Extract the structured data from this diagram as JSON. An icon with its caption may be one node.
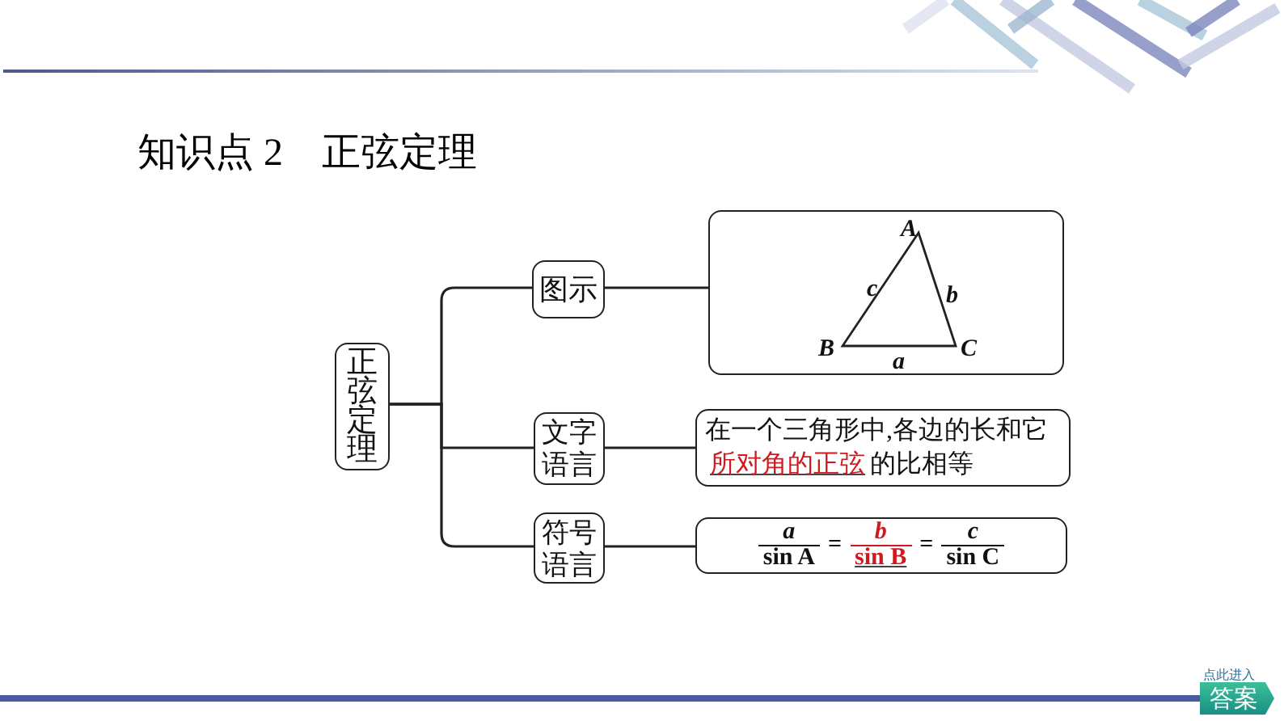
{
  "diagram": {
    "title": "知识点 2　正弦定理",
    "nodes": [
      {
        "text": [
          "正弦定理"
        ]
      },
      {
        "text": [
          "图示"
        ]
      },
      {
        "text": [
          "A",
          "c",
          "b",
          "B",
          "a",
          "C"
        ]
      },
      {
        "text": [
          "文字语言"
        ]
      },
      {
        "text": [
          "在一个三角形中,各边的长和它",
          "所对角的正弦",
          "的比相等"
        ]
      },
      {
        "text": [
          "符号语言"
        ]
      },
      {
        "text": [
          "a",
          "sin A",
          "=",
          "b",
          "sin B",
          "=",
          "c",
          "sin C"
        ]
      }
    ],
    "edges": [
      {
        "from": 0,
        "to": 1,
        "arrow": "none"
      },
      {
        "from": 1,
        "to": 2,
        "arrow": "none"
      },
      {
        "from": 0,
        "to": 3,
        "arrow": "none"
      },
      {
        "from": 3,
        "to": 4,
        "arrow": "none"
      },
      {
        "from": 0,
        "to": 5,
        "arrow": "none"
      },
      {
        "from": 5,
        "to": 6,
        "arrow": "none"
      }
    ],
    "labels": [
      "点此进入",
      "答案"
    ]
  }
}
